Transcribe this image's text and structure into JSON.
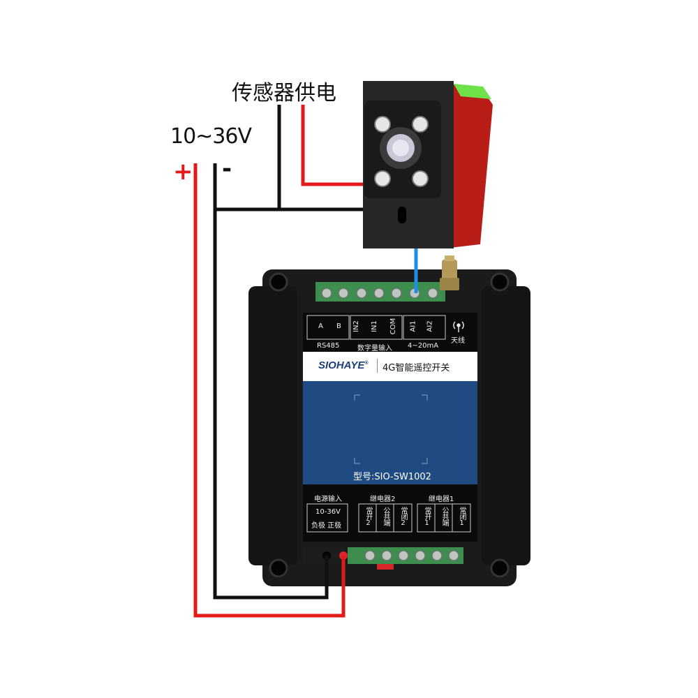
{
  "labels": {
    "sensor_power": "传感器供电",
    "voltage": "10~36V",
    "plus": "+",
    "minus": "-"
  },
  "device": {
    "brand": "SIOHAYE",
    "brand_mark": "®",
    "product": "4G智能遥控开关",
    "model": "型号:SIO-SW1002",
    "top_terminals": [
      "A",
      "B",
      "IN2",
      "IN1",
      "COM",
      "AI1",
      "AI2"
    ],
    "top_groups": {
      "rs485": "RS485",
      "digital_input": "数字量输入",
      "analog_input": "4~20mA",
      "antenna": "天线"
    },
    "bottom_groups": {
      "power_input": "电源输入",
      "relay2": "继电器2",
      "relay1": "继电器1"
    },
    "power_terminal": {
      "range": "10-36V",
      "neg_pos": "负极 正极"
    },
    "relay2_terminals": [
      "常开2",
      "公共端",
      "常闭2"
    ],
    "relay1_terminals": [
      "常开1",
      "公共端",
      "常闭1"
    ]
  },
  "colors": {
    "wire_red": "#e21a1a",
    "wire_black": "#111111",
    "signal_blue": "#1e8fe6",
    "screen_blue": "#1f4a82",
    "terminal_green": "#3c8d4e",
    "sensor_accent": "#c8201a",
    "indicator_green": "#6fe24a"
  }
}
